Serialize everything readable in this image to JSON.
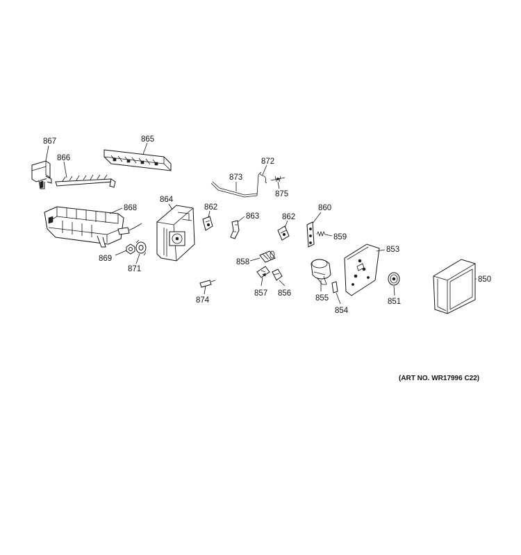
{
  "diagram": {
    "callouts": [
      {
        "id": "c867",
        "label": "867"
      },
      {
        "id": "c866",
        "label": "866"
      },
      {
        "id": "c865",
        "label": "865"
      },
      {
        "id": "c868",
        "label": "868"
      },
      {
        "id": "c869",
        "label": "869"
      },
      {
        "id": "c871",
        "label": "871"
      },
      {
        "id": "c864",
        "label": "864"
      },
      {
        "id": "c873",
        "label": "873"
      },
      {
        "id": "c872",
        "label": "872"
      },
      {
        "id": "c875",
        "label": "875"
      },
      {
        "id": "c862a",
        "label": "862"
      },
      {
        "id": "c863",
        "label": "863"
      },
      {
        "id": "c862b",
        "label": "862"
      },
      {
        "id": "c860",
        "label": "860"
      },
      {
        "id": "c859",
        "label": "859"
      },
      {
        "id": "c858",
        "label": "858"
      },
      {
        "id": "c857",
        "label": "857"
      },
      {
        "id": "c856",
        "label": "856"
      },
      {
        "id": "c874",
        "label": "874"
      },
      {
        "id": "c855",
        "label": "855"
      },
      {
        "id": "c854",
        "label": "854"
      },
      {
        "id": "c853",
        "label": "853"
      },
      {
        "id": "c851",
        "label": "851"
      },
      {
        "id": "c850",
        "label": "850"
      }
    ],
    "art_number": "(ART NO. WR17996 C22)"
  }
}
